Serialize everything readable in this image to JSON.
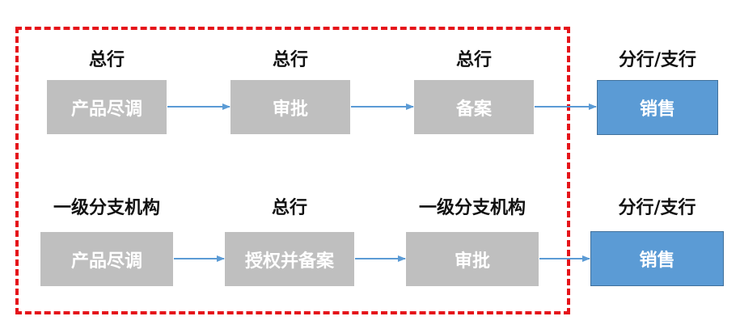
{
  "colors": {
    "frame_border": "#e5141a",
    "gray_box": "#bfbfbf",
    "blue_box": "#5b9bd5",
    "arrow": "#5b9bd5"
  },
  "row1": {
    "steps": [
      {
        "label": "总行",
        "box": "产品尽调"
      },
      {
        "label": "总行",
        "box": "审批"
      },
      {
        "label": "总行",
        "box": "备案"
      }
    ],
    "final": {
      "label": "分行/支行",
      "box": "销售"
    }
  },
  "row2": {
    "steps": [
      {
        "label": "一级分支机构",
        "box": "产品尽调"
      },
      {
        "label": "总行",
        "box": "授权并备案"
      },
      {
        "label": "一级分支机构",
        "box": "审批"
      }
    ],
    "final": {
      "label": "分行/支行",
      "box": "销售"
    }
  }
}
